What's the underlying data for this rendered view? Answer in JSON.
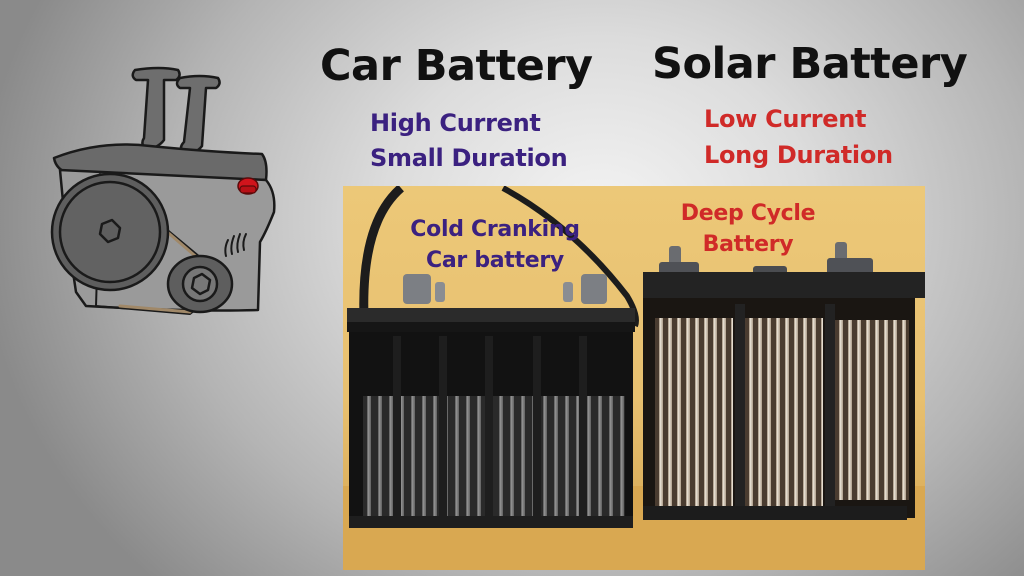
{
  "slide": {
    "left_column": {
      "title": "Car Battery",
      "line1": "High Current",
      "line2": "Small Duration",
      "photo_label_line1": "Cold Cranking",
      "photo_label_line2": "Car battery",
      "text_color": "#3b2180"
    },
    "right_column": {
      "title": "Solar Battery",
      "line1": "Low Current",
      "line2": "Long Duration",
      "photo_label_line1": "Deep Cycle",
      "photo_label_line2": "Battery",
      "text_color": "#d02a28"
    },
    "illustration": "engine-icon",
    "photo": "battery-cutaway-photo",
    "colors": {
      "title": "#111111",
      "background_center": "#f4f4f4",
      "background_edge": "#8a8a8a",
      "photo_backdrop": "#e8c070",
      "engine_red_cap": "#d0141c"
    }
  }
}
